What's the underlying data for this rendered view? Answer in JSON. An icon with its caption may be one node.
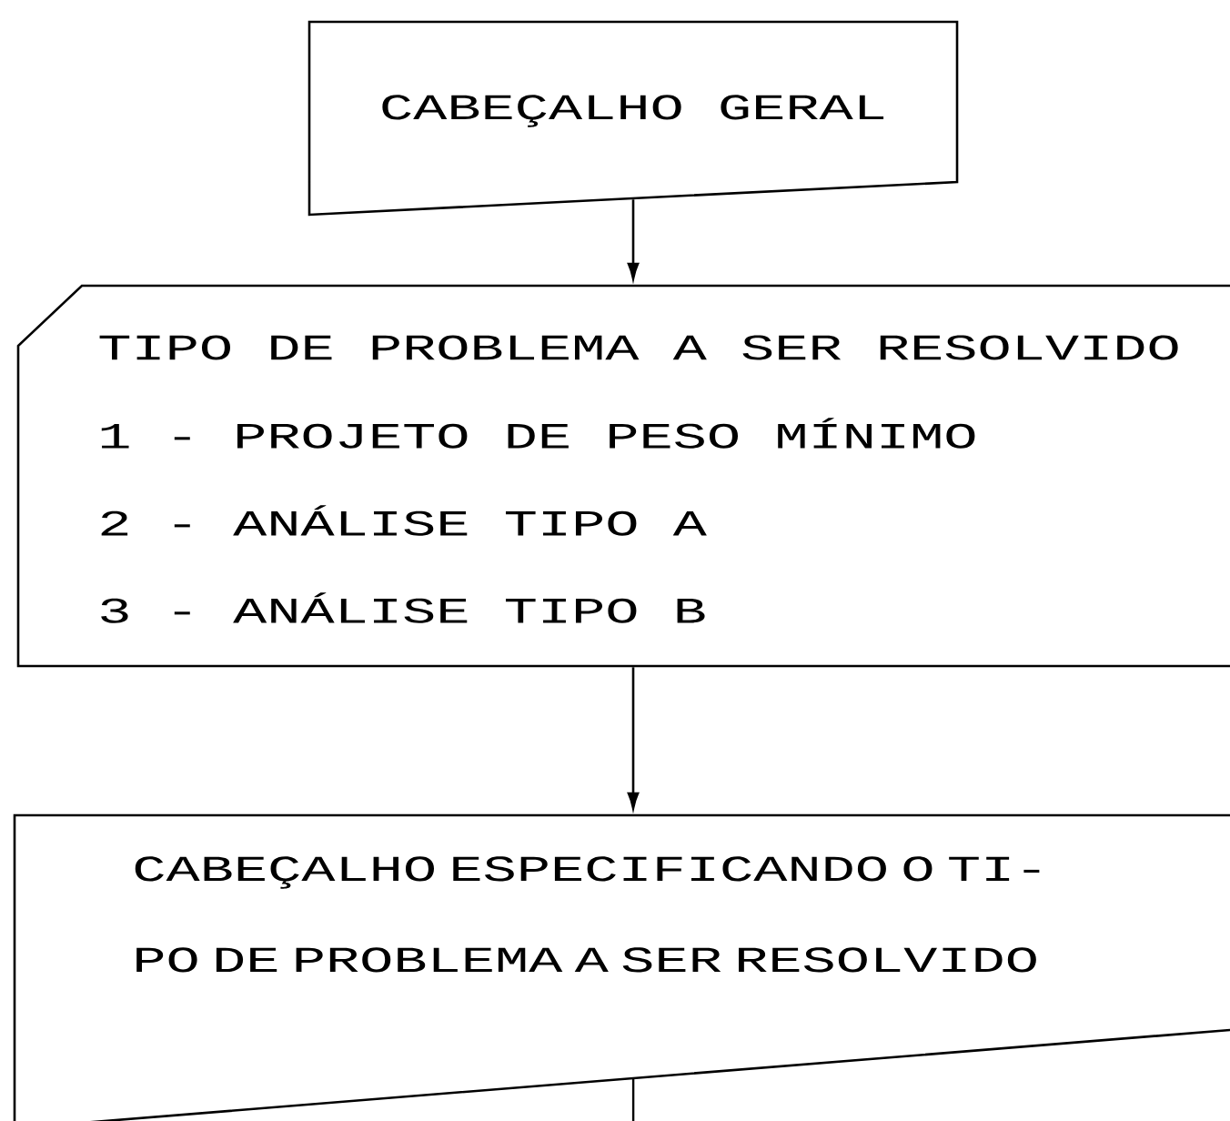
{
  "diagram": {
    "nodes": [
      {
        "text": [
          "CABEÇALHO GERAL"
        ]
      },
      {
        "text": [
          "TIPO DE PROBLEMA A SER RESOLVIDO",
          "1 - PROJETO DE PESO MÍNIMO",
          "2 - ANÁLISE TIPO A",
          "3 - ANÁLISE TIPO B"
        ]
      },
      {
        "text": [
          "CABEÇALHO ESPECIFICANDO O TI- PO DE PROBLEMA A SER RESOLVIDO"
        ]
      }
    ],
    "edges": [
      {
        "from": 0,
        "to": 1,
        "arrow": "to"
      },
      {
        "from": 1,
        "to": 2,
        "arrow": "to"
      },
      {
        "from": 2,
        "to": null,
        "arrow": "none"
      }
    ]
  }
}
